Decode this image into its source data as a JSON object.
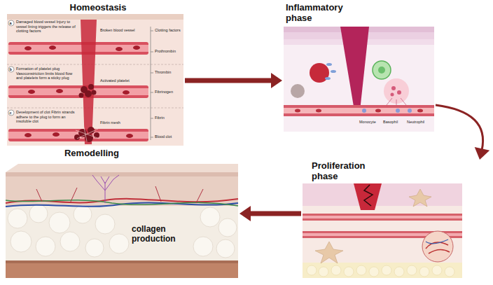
{
  "diagram": {
    "nodes": [
      {
        "text": [
          "Homeostasis"
        ]
      },
      {
        "text": [
          "Inflammatory phase"
        ]
      },
      {
        "text": [
          "Proliferation phase"
        ]
      },
      {
        "text": [
          "Remodelling",
          "collagen production"
        ]
      }
    ],
    "edges": [
      {
        "from": 0,
        "to": 1,
        "arrow": "to"
      },
      {
        "from": 1,
        "to": 2,
        "arrow": "to"
      },
      {
        "from": 2,
        "to": 3,
        "arrow": "to"
      }
    ],
    "labels": [
      "Broken blood vessel",
      "a",
      "Damaged blood vessel Injury to vessel lining triggers the release of clotting factors",
      "b",
      "Formation of platelet plug Vasoconstriction limits blood flow and platelets form a sticky plug",
      "Activated platelet",
      "c",
      "Development of clot Fibrin strands adhere to the plug to form an insoluble clot",
      "Fibrin mesh",
      "Clotting factors",
      "Prothrombin",
      "Thrombin",
      "Fibrinogen",
      "Fibrin",
      "Blood clot",
      "Monocyte",
      "Basophil",
      "Neutrophil"
    ]
  }
}
